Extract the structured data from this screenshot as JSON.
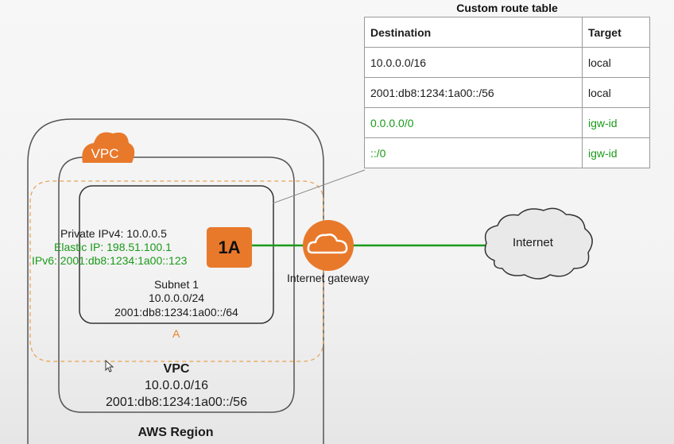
{
  "route_table": {
    "title": "Custom route table",
    "headers": [
      "Destination",
      "Target"
    ],
    "rows": [
      {
        "destination": "10.0.0.0/16",
        "target": "local",
        "highlight": false
      },
      {
        "destination": "2001:db8:1234:1a00::/56",
        "target": "local",
        "highlight": false
      },
      {
        "destination": "0.0.0.0/0",
        "target": "igw-id",
        "highlight": true
      },
      {
        "destination": "::/0",
        "target": "igw-id",
        "highlight": true
      }
    ]
  },
  "vpc_badge": "VPC",
  "instance": {
    "private_ipv4": "Private IPv4: 10.0.0.5",
    "elastic_ip": "Elastic IP: 198.51.100.1",
    "ipv6": "IPv6: 2001:db8:1234:1a00::123",
    "badge": "1A"
  },
  "subnet": {
    "name": "Subnet 1",
    "ipv4": "10.0.0.0/24",
    "ipv6": "2001:db8:1234:1a00::/64"
  },
  "az_label": "A",
  "vpc": {
    "name": "VPC",
    "ipv4": "10.0.0.0/16",
    "ipv6": "2001:db8:1234:1a00::/56"
  },
  "region": "AWS Region",
  "gateway_label": "Internet gateway",
  "internet_label": "Internet",
  "colors": {
    "accent_orange": "#e8792b",
    "route_green": "#1a9a1a",
    "border_gray": "#555555"
  }
}
